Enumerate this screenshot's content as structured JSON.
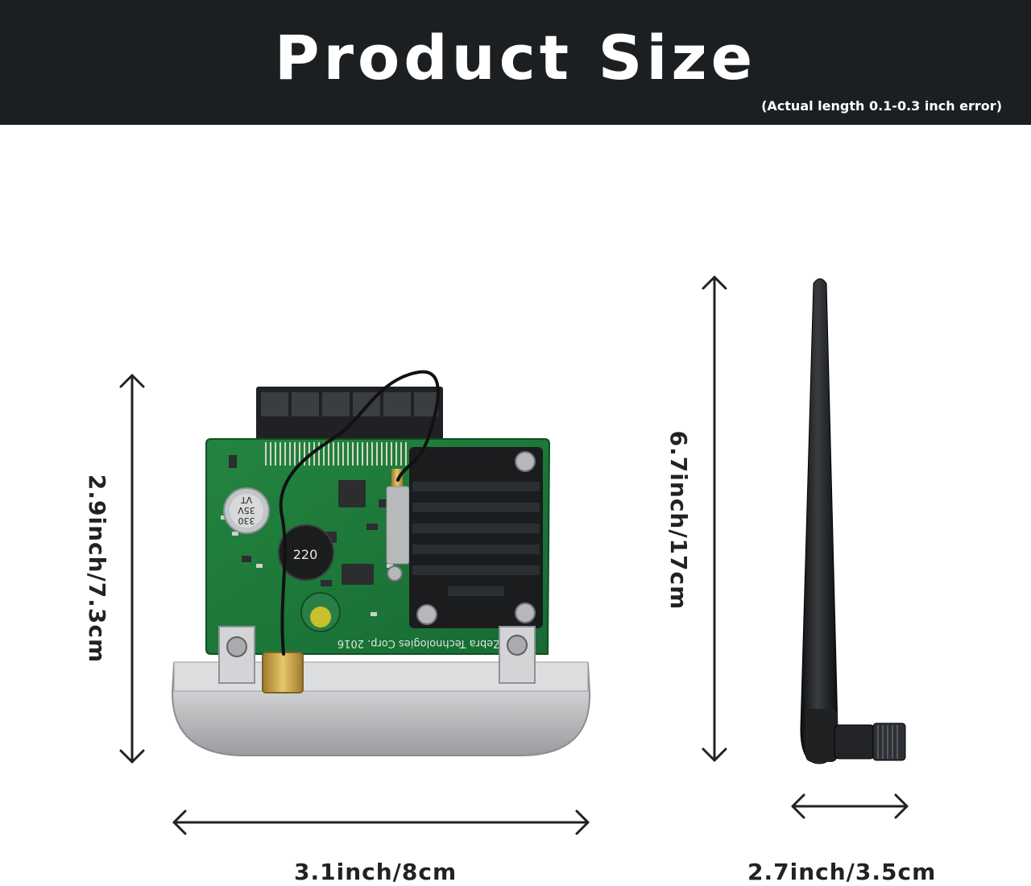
{
  "header": {
    "title": "Product Size",
    "note": "(Actual length 0.1-0.3 inch error)"
  },
  "dimensions": {
    "board_width": "3.1inch/8cm",
    "board_height": "2.9inch/7.3cm",
    "antenna_height": "6.7inch/17cm",
    "antenna_width": "2.7inch/3.5cm"
  },
  "board": {
    "inductor_marking": "220",
    "capacitor_marking": "330 35V VT",
    "silkscreen": "Zebra Technologies Corp. 2016"
  },
  "colors": {
    "header_band": "#1c1f22",
    "pcb_green": "#1f7a3c",
    "heatsink": "#1a1c1e",
    "bracket": "#c9cacb",
    "antenna": "#1b1d1f"
  }
}
